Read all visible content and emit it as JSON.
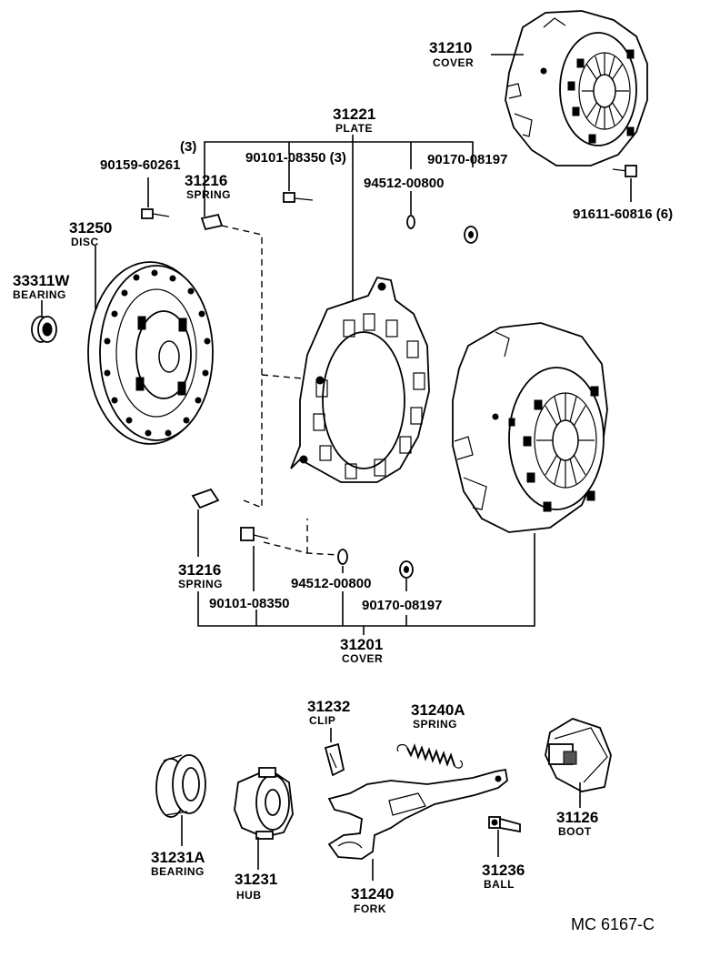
{
  "callouts": {
    "cover_top": {
      "number": "31210",
      "label": "COVER"
    },
    "plate": {
      "number": "31221",
      "label": "PLATE"
    },
    "bolt_left_qty": "(3)",
    "bolt_left": "90159-60261",
    "bolt_mid": "90101-08350 (3)",
    "nut_right": "90170-08197",
    "washer_mid": "94512-00800",
    "spring_top": {
      "number": "31216",
      "label": "SPRING"
    },
    "bolt_cover": "91611-60816 (6)",
    "disc": {
      "number": "31250",
      "label": "DISC"
    },
    "bearing_left": {
      "number": "33311W",
      "label": "BEARING"
    },
    "spring_bottom": {
      "number": "31216",
      "label": "SPRING"
    },
    "washer_bottom": "94512-00800",
    "bolt_bottom": "90101-08350",
    "nut_bottom": "90170-08197",
    "cover_assy": {
      "number": "31201",
      "label": "COVER"
    },
    "clip": {
      "number": "31232",
      "label": "CLIP"
    },
    "spring_fork": {
      "number": "31240A",
      "label": "SPRING"
    },
    "boot": {
      "number": "31126",
      "label": "BOOT"
    },
    "release_bearing": {
      "number": "31231A",
      "label": "BEARING"
    },
    "hub": {
      "number": "31231",
      "label": "HUB"
    },
    "fork": {
      "number": "31240",
      "label": "FORK"
    },
    "ball": {
      "number": "31236",
      "label": "BALL"
    }
  },
  "figure_code": "MC 6167-C"
}
